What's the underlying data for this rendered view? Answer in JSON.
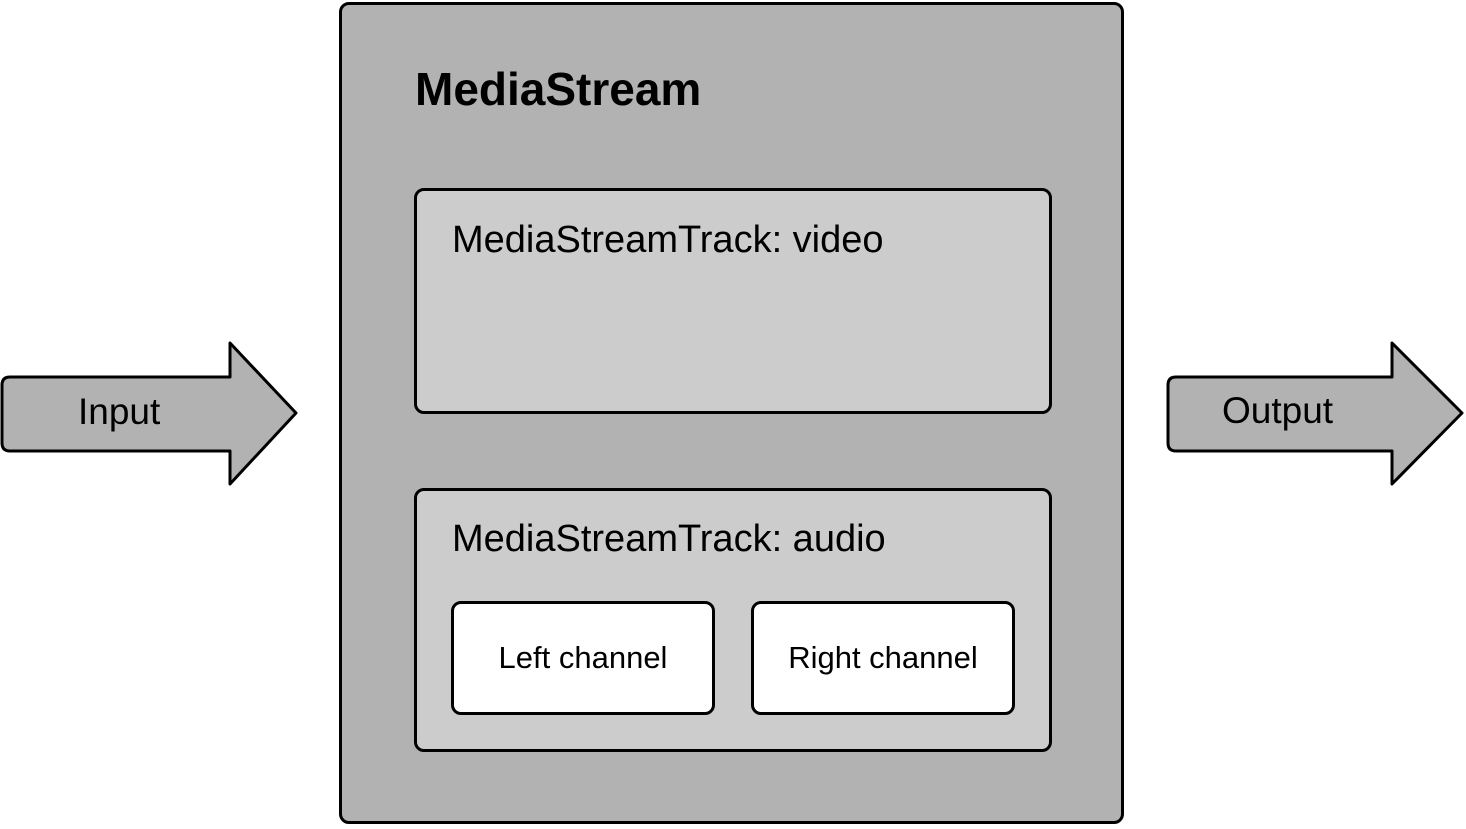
{
  "input": {
    "label": "Input"
  },
  "output": {
    "label": "Output"
  },
  "media_stream": {
    "title": "MediaStream",
    "video_track": {
      "label": "MediaStreamTrack: video"
    },
    "audio_track": {
      "label": "MediaStreamTrack: audio",
      "channels": [
        "Left channel",
        "Right channel"
      ]
    }
  },
  "colors": {
    "outer_box": "#b2b2b2",
    "track_box": "#cccccc",
    "channel_box": "#ffffff",
    "arrow_fill": "#b2b2b2",
    "stroke": "#000000"
  }
}
